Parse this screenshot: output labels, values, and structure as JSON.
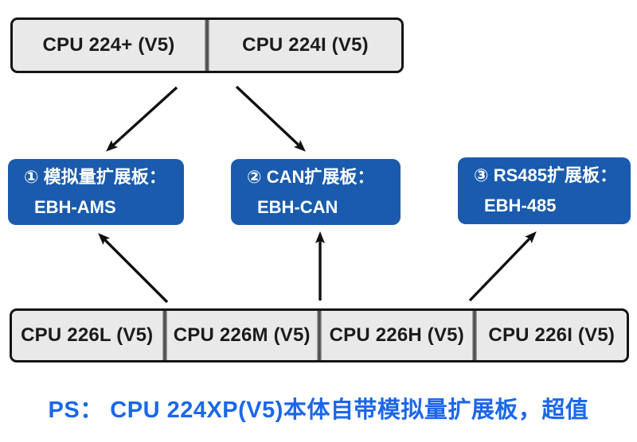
{
  "top_group": {
    "cells": [
      {
        "label": "CPU 224+ (V5)"
      },
      {
        "label": "CPU 224I (V5)"
      }
    ]
  },
  "boards": [
    {
      "line1": "① 模拟量扩展板：",
      "line2": "EBH-AMS"
    },
    {
      "line1": "② CAN扩展板：",
      "line2": "EBH-CAN"
    },
    {
      "line1": "③ RS485扩展板：",
      "line2": "EBH-485"
    }
  ],
  "bottom_group": {
    "cells": [
      {
        "label": "CPU 226L (V5)"
      },
      {
        "label": "CPU 226M (V5)"
      },
      {
        "label": "CPU 226H (V5)"
      },
      {
        "label": "CPU 226I (V5)"
      }
    ]
  },
  "note": "PS： CPU 224XP(V5)本体自带模拟量扩展板，超值",
  "colors": {
    "board_blue": "#1a5bad",
    "cpu_fill": "#e9e9e9",
    "note_blue": "#1b67ea",
    "arrow": "#111111"
  }
}
